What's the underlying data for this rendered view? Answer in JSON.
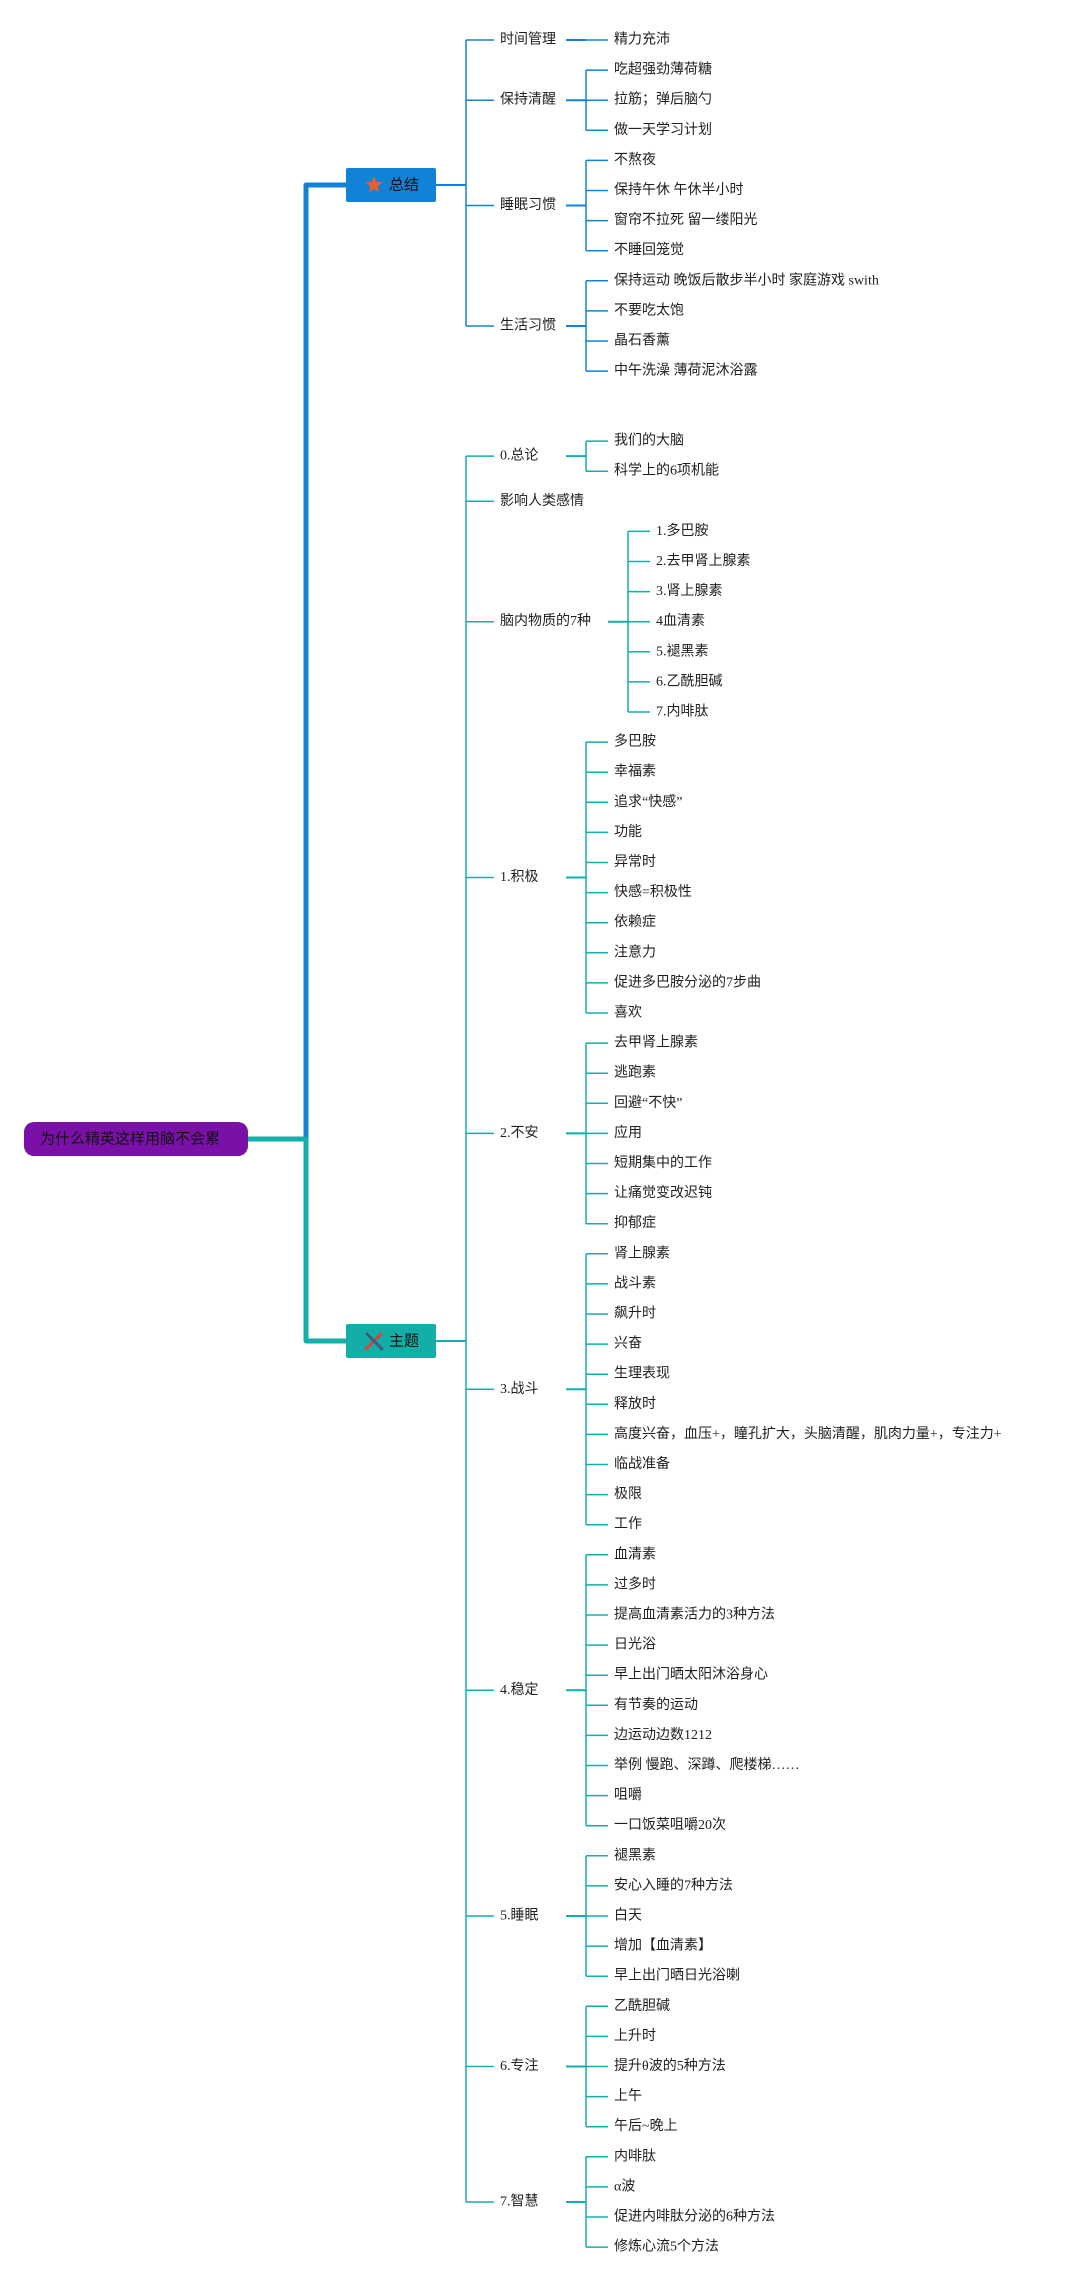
{
  "root": {
    "label": "为什么精英这样用脑不会累",
    "color": "#7b10a8"
  },
  "branches": [
    {
      "label": "总结",
      "icon": "star-icon",
      "color": "#1182d6",
      "children": [
        {
          "label": "时间管理",
          "children": [
            {
              "label": "精力充沛"
            }
          ]
        },
        {
          "label": "保持清醒",
          "children": [
            {
              "label": "吃超强劲薄荷糖"
            },
            {
              "label": "拉筋；弹后脑勺"
            },
            {
              "label": "做一天学习计划"
            }
          ]
        },
        {
          "label": "睡眠习惯",
          "children": [
            {
              "label": "不熬夜"
            },
            {
              "label": "保持午休 午休半小时"
            },
            {
              "label": "窗帘不拉死 留一缕阳光"
            },
            {
              "label": "不睡回笼觉"
            }
          ]
        },
        {
          "label": "生活习惯",
          "children": [
            {
              "label": "保持运动 晚饭后散步半小时 家庭游戏 swith"
            },
            {
              "label": "不要吃太饱"
            },
            {
              "label": "晶石香薰"
            },
            {
              "label": "中午洗澡 薄荷泥沐浴露"
            }
          ]
        }
      ]
    },
    {
      "label": "主题",
      "icon": "crossed-tools-icon",
      "color": "#13aea8",
      "children": [
        {
          "label": "0.总论",
          "children": [
            {
              "label": "我们的大脑"
            },
            {
              "label": "科学上的6项机能"
            }
          ]
        },
        {
          "label": "影响人类感情",
          "children": []
        },
        {
          "label": "脑内物质的7种",
          "children": [
            {
              "label": "1.多巴胺"
            },
            {
              "label": "2.去甲肾上腺素"
            },
            {
              "label": "3.肾上腺素"
            },
            {
              "label": "4血清素"
            },
            {
              "label": "5.褪黑素"
            },
            {
              "label": "6.乙酰胆碱"
            },
            {
              "label": "7.内啡肽"
            }
          ]
        },
        {
          "label": "1.积极",
          "children": [
            {
              "label": "多巴胺"
            },
            {
              "label": "幸福素"
            },
            {
              "label": "追求“快感”"
            },
            {
              "label": "功能"
            },
            {
              "label": "异常时"
            },
            {
              "label": "快感=积极性"
            },
            {
              "label": "依赖症"
            },
            {
              "label": "注意力"
            },
            {
              "label": "促进多巴胺分泌的7步曲"
            },
            {
              "label": "喜欢"
            }
          ]
        },
        {
          "label": "2.不安",
          "children": [
            {
              "label": "去甲肾上腺素"
            },
            {
              "label": "逃跑素"
            },
            {
              "label": "回避“不快”"
            },
            {
              "label": "应用"
            },
            {
              "label": "短期集中的工作"
            },
            {
              "label": "让痛觉变改迟钝"
            },
            {
              "label": "抑郁症"
            }
          ]
        },
        {
          "label": "3.战斗",
          "children": [
            {
              "label": "肾上腺素"
            },
            {
              "label": "战斗素"
            },
            {
              "label": "飙升时"
            },
            {
              "label": "兴奋"
            },
            {
              "label": "生理表现"
            },
            {
              "label": "释放时"
            },
            {
              "label": "高度兴奋，血压+，瞳孔扩大，头脑清醒，肌肉力量+，专注力+"
            },
            {
              "label": "临战准备"
            },
            {
              "label": "极限"
            },
            {
              "label": "工作"
            }
          ]
        },
        {
          "label": "4.稳定",
          "children": [
            {
              "label": "血清素"
            },
            {
              "label": "过多时"
            },
            {
              "label": "提高血清素活力的3种方法"
            },
            {
              "label": "日光浴"
            },
            {
              "label": "早上出门晒太阳沐浴身心"
            },
            {
              "label": "有节奏的运动"
            },
            {
              "label": "边运动边数1212"
            },
            {
              "label": "举例 慢跑、深蹲、爬楼梯……"
            },
            {
              "label": "咀嚼"
            },
            {
              "label": "一口饭菜咀嚼20次"
            }
          ]
        },
        {
          "label": "5.睡眠",
          "children": [
            {
              "label": "褪黑素"
            },
            {
              "label": "安心入睡的7种方法"
            },
            {
              "label": "白天"
            },
            {
              "label": "增加【血清素】"
            },
            {
              "label": "早上出门晒日光浴喇"
            }
          ]
        },
        {
          "label": "6.专注",
          "children": [
            {
              "label": "乙酰胆碱"
            },
            {
              "label": "上升时"
            },
            {
              "label": "提升θ波的5种方法"
            },
            {
              "label": "上午"
            },
            {
              "label": "午后~晚上"
            }
          ]
        },
        {
          "label": "7.智慧",
          "children": [
            {
              "label": "内啡肽"
            },
            {
              "label": "α波"
            },
            {
              "label": "促进内啡肽分泌的6种方法"
            },
            {
              "label": "修炼心流5个方法"
            }
          ]
        }
      ]
    }
  ]
}
